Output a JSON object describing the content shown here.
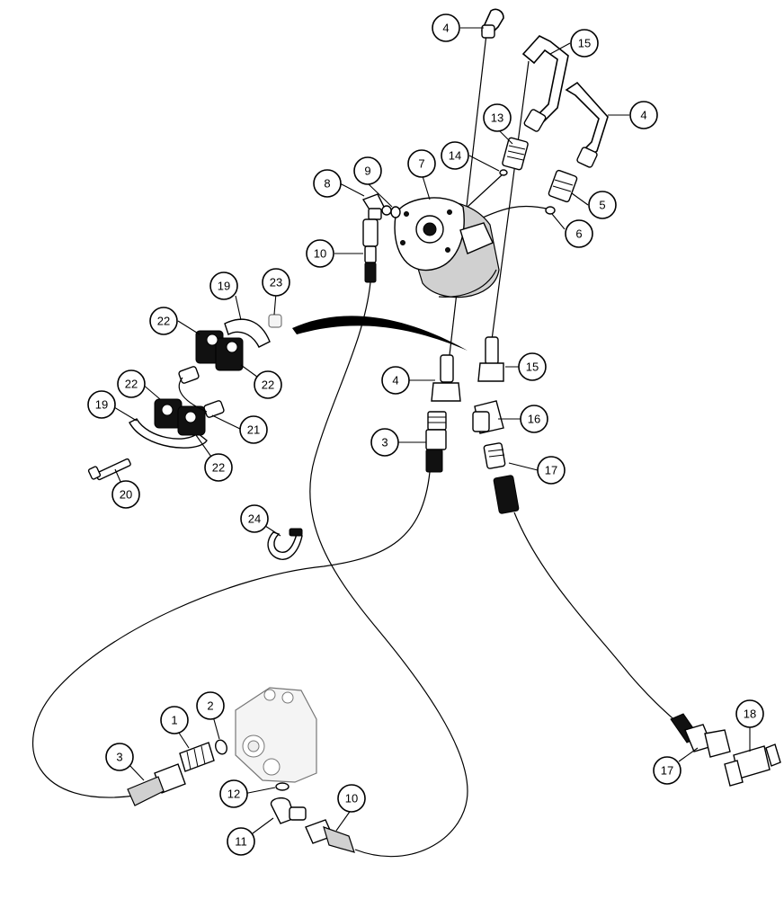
{
  "callouts": {
    "c4a": "4",
    "c15a": "15",
    "c4b": "4",
    "c13": "13",
    "c14": "14",
    "c5": "5",
    "c6": "6",
    "c7": "7",
    "c8": "8",
    "c9": "9",
    "c10a": "10",
    "c19a": "19",
    "c23": "23",
    "c22a": "22",
    "c22b": "22",
    "c22c": "22",
    "c22d": "22",
    "c19b": "19",
    "c21": "21",
    "c20": "20",
    "c4c": "4",
    "c15b": "15",
    "c16": "16",
    "c3a": "3",
    "c17a": "17",
    "c24": "24",
    "c1": "1",
    "c2": "2",
    "c3b": "3",
    "c12": "12",
    "c11": "11",
    "c10b": "10",
    "c17b": "17",
    "c18": "18"
  }
}
